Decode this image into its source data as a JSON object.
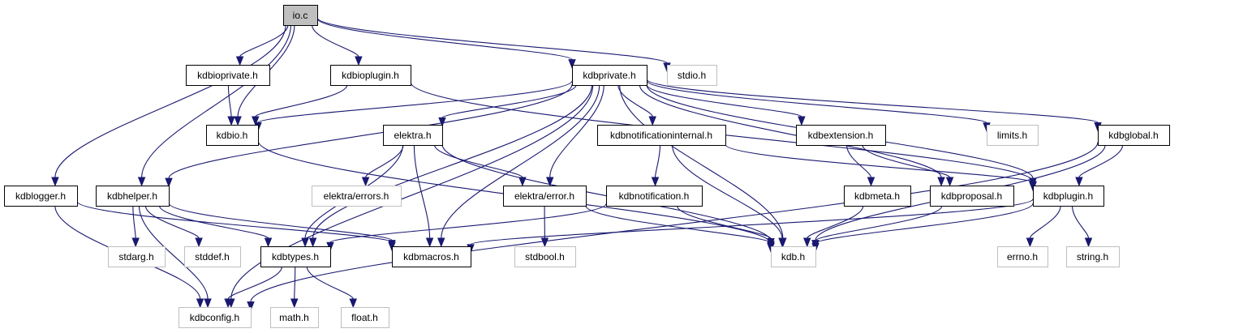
{
  "diagram": {
    "type": "include-dependency-graph",
    "root": "io.c",
    "colors": {
      "edge": "#191970",
      "local_border": "#000000",
      "system_border": "#bfbfbf",
      "root_fill": "#bfbfbf"
    },
    "nodes": [
      {
        "id": "io_c",
        "label": "io.c",
        "kind": "root"
      },
      {
        "id": "kdbioprivate_h",
        "label": "kdbioprivate.h",
        "kind": "local"
      },
      {
        "id": "kdbioplugin_h",
        "label": "kdbioplugin.h",
        "kind": "local"
      },
      {
        "id": "kdbprivate_h",
        "label": "kdbprivate.h",
        "kind": "local"
      },
      {
        "id": "stdio_h",
        "label": "stdio.h",
        "kind": "system"
      },
      {
        "id": "kdbio_h",
        "label": "kdbio.h",
        "kind": "local"
      },
      {
        "id": "elektra_h",
        "label": "elektra.h",
        "kind": "local"
      },
      {
        "id": "kdbnotificationinternal_h",
        "label": "kdbnotificationinternal.h",
        "kind": "local"
      },
      {
        "id": "kdbextension_h",
        "label": "kdbextension.h",
        "kind": "local"
      },
      {
        "id": "limits_h",
        "label": "limits.h",
        "kind": "system"
      },
      {
        "id": "kdbglobal_h",
        "label": "kdbglobal.h",
        "kind": "local"
      },
      {
        "id": "kdblogger_h",
        "label": "kdblogger.h",
        "kind": "local"
      },
      {
        "id": "kdbhelper_h",
        "label": "kdbhelper.h",
        "kind": "local"
      },
      {
        "id": "elektra_errors_h",
        "label": "elektra/errors.h",
        "kind": "system"
      },
      {
        "id": "elektra_error_h",
        "label": "elektra/error.h",
        "kind": "local"
      },
      {
        "id": "kdbnotification_h",
        "label": "kdbnotification.h",
        "kind": "local"
      },
      {
        "id": "kdbmeta_h",
        "label": "kdbmeta.h",
        "kind": "local"
      },
      {
        "id": "kdbproposal_h",
        "label": "kdbproposal.h",
        "kind": "local"
      },
      {
        "id": "kdbplugin_h",
        "label": "kdbplugin.h",
        "kind": "local"
      },
      {
        "id": "stdarg_h",
        "label": "stdarg.h",
        "kind": "system"
      },
      {
        "id": "stddef_h",
        "label": "stddef.h",
        "kind": "system"
      },
      {
        "id": "kdbtypes_h",
        "label": "kdbtypes.h",
        "kind": "local"
      },
      {
        "id": "kdbmacros_h",
        "label": "kdbmacros.h",
        "kind": "local"
      },
      {
        "id": "stdbool_h",
        "label": "stdbool.h",
        "kind": "system"
      },
      {
        "id": "kdb_h",
        "label": "kdb.h",
        "kind": "system"
      },
      {
        "id": "errno_h",
        "label": "errno.h",
        "kind": "system"
      },
      {
        "id": "string_h",
        "label": "string.h",
        "kind": "system"
      },
      {
        "id": "kdbconfig_h",
        "label": "kdbconfig.h",
        "kind": "system"
      },
      {
        "id": "math_h",
        "label": "math.h",
        "kind": "system"
      },
      {
        "id": "float_h",
        "label": "float.h",
        "kind": "system"
      }
    ],
    "edges": [
      [
        "io_c",
        "kdbioprivate_h"
      ],
      [
        "io_c",
        "kdbioplugin_h"
      ],
      [
        "io_c",
        "kdbprivate_h"
      ],
      [
        "io_c",
        "stdio_h"
      ],
      [
        "io_c",
        "kdbio_h"
      ],
      [
        "io_c",
        "kdblogger_h"
      ],
      [
        "io_c",
        "kdbhelper_h"
      ],
      [
        "kdbioprivate_h",
        "kdbio_h"
      ],
      [
        "kdbioplugin_h",
        "kdbio_h"
      ],
      [
        "kdbioplugin_h",
        "kdbplugin_h"
      ],
      [
        "kdbprivate_h",
        "kdbio_h"
      ],
      [
        "kdbprivate_h",
        "elektra_h"
      ],
      [
        "kdbprivate_h",
        "kdbnotificationinternal_h"
      ],
      [
        "kdbprivate_h",
        "kdbextension_h"
      ],
      [
        "kdbprivate_h",
        "limits_h"
      ],
      [
        "kdbprivate_h",
        "kdbglobal_h"
      ],
      [
        "kdbprivate_h",
        "kdbhelper_h"
      ],
      [
        "kdbprivate_h",
        "kdbtypes_h"
      ],
      [
        "kdbprivate_h",
        "kdbmacros_h"
      ],
      [
        "kdbprivate_h",
        "elektra_error_h"
      ],
      [
        "kdbprivate_h",
        "kdb_h"
      ],
      [
        "kdbprivate_h",
        "kdbproposal_h"
      ],
      [
        "kdbprivate_h",
        "kdbplugin_h"
      ],
      [
        "kdbprivate_h",
        "kdbconfig_h"
      ],
      [
        "kdbio_h",
        "kdb_h"
      ],
      [
        "elektra_h",
        "elektra_errors_h"
      ],
      [
        "elektra_h",
        "elektra_error_h"
      ],
      [
        "elektra_h",
        "kdbmacros_h"
      ],
      [
        "elektra_h",
        "kdbtypes_h"
      ],
      [
        "elektra_h",
        "kdb_h"
      ],
      [
        "kdbnotificationinternal_h",
        "kdbnotification_h"
      ],
      [
        "kdbnotificationinternal_h",
        "kdb_h"
      ],
      [
        "kdbnotificationinternal_h",
        "kdbplugin_h"
      ],
      [
        "kdbextension_h",
        "kdbmeta_h"
      ],
      [
        "kdbextension_h",
        "kdbproposal_h"
      ],
      [
        "kdbglobal_h",
        "kdbplugin_h"
      ],
      [
        "kdbglobal_h",
        "kdb_h"
      ],
      [
        "kdbglobal_h",
        "kdbconfig_h"
      ],
      [
        "kdblogger_h",
        "kdbmacros_h"
      ],
      [
        "kdblogger_h",
        "kdbconfig_h"
      ],
      [
        "kdbhelper_h",
        "stdarg_h"
      ],
      [
        "kdbhelper_h",
        "stddef_h"
      ],
      [
        "kdbhelper_h",
        "kdbtypes_h"
      ],
      [
        "kdbhelper_h",
        "kdbmacros_h"
      ],
      [
        "kdbhelper_h",
        "kdbconfig_h"
      ],
      [
        "elektra_error_h",
        "stdbool_h"
      ],
      [
        "elektra_error_h",
        "kdb_h"
      ],
      [
        "kdbnotification_h",
        "kdbtypes_h"
      ],
      [
        "kdbnotification_h",
        "kdb_h"
      ],
      [
        "kdbmeta_h",
        "kdb_h"
      ],
      [
        "kdbproposal_h",
        "kdb_h"
      ],
      [
        "kdbplugin_h",
        "errno_h"
      ],
      [
        "kdbplugin_h",
        "string_h"
      ],
      [
        "kdbplugin_h",
        "kdb_h"
      ],
      [
        "kdbplugin_h",
        "kdbmacros_h"
      ],
      [
        "kdbtypes_h",
        "kdbconfig_h"
      ],
      [
        "kdbtypes_h",
        "math_h"
      ],
      [
        "kdbtypes_h",
        "float_h"
      ]
    ]
  }
}
